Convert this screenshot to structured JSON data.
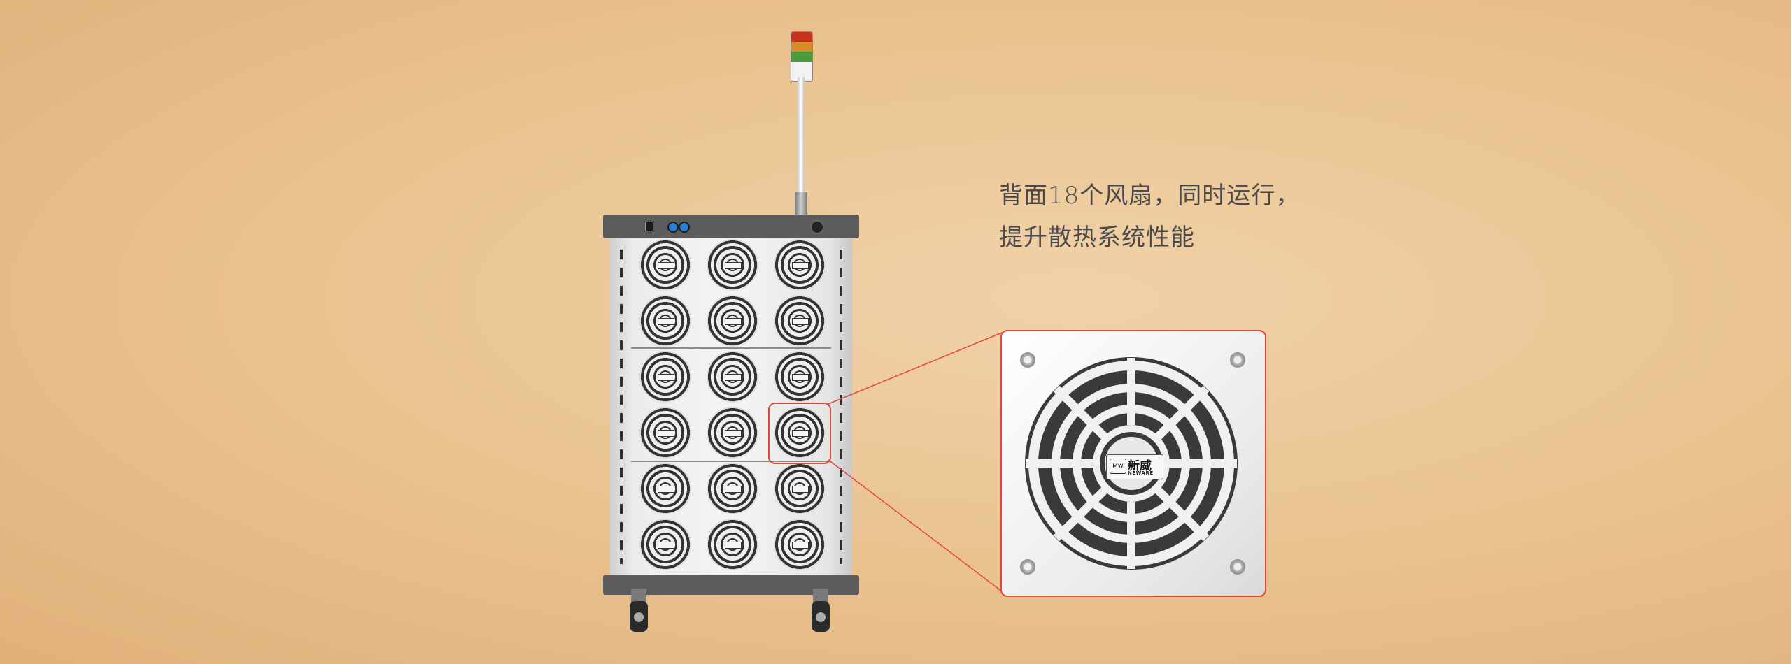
{
  "headline": {
    "line1": "背面18个风扇，同时运行，",
    "line2": "提升散热系统性能"
  },
  "product": {
    "fan_count": 18,
    "fan_rows": 6,
    "fan_columns": 3,
    "beacon_colors": [
      "#c9321f",
      "#d98a2a",
      "#4a9a3a",
      "#f2f2f2"
    ],
    "highlight_color": "#e2473b"
  },
  "zoom_fan": {
    "logo_mark": "ᴍᴡ",
    "logo_cn": "新威",
    "logo_en": "NEWARE"
  }
}
